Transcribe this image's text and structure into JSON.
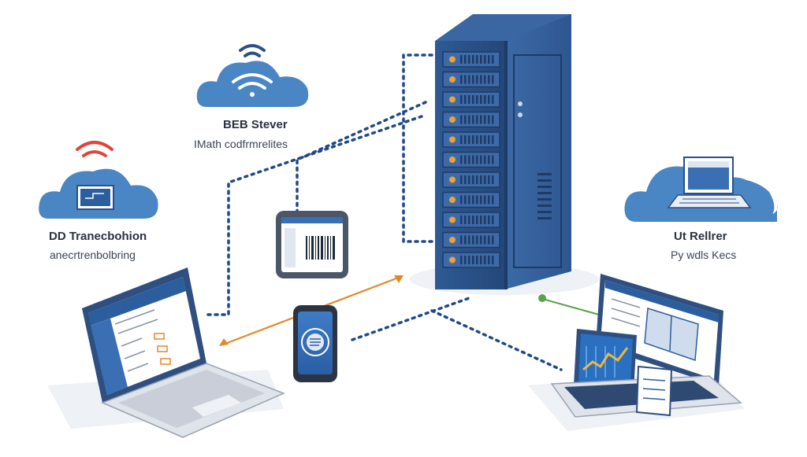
{
  "colors": {
    "cloud": "#4a86c4",
    "server": "#2c4f86",
    "server_dark": "#1e3a66",
    "accent_orange": "#e1892a",
    "accent_green": "#5aa14b",
    "wifi_red": "#e0453a",
    "link_blue": "#1f4a86"
  },
  "labels": {
    "cloud_top_title": "BEB Stever",
    "cloud_top_sub": "IMath codfrmrelites",
    "cloud_left_title": "DD Tranecbohion",
    "cloud_left_sub": "anecrtrenbolbring",
    "cloud_right_title": "Ut Rellrer",
    "cloud_right_sub": "Py wdls Kecs"
  },
  "icons": {
    "wifi_top": "wifi-icon",
    "wifi_left": "wifi-icon",
    "monitor_left": "monitor-icon",
    "laptop_right": "laptop-icon",
    "barcode": "barcode-icon",
    "phone": "phone-icon"
  }
}
